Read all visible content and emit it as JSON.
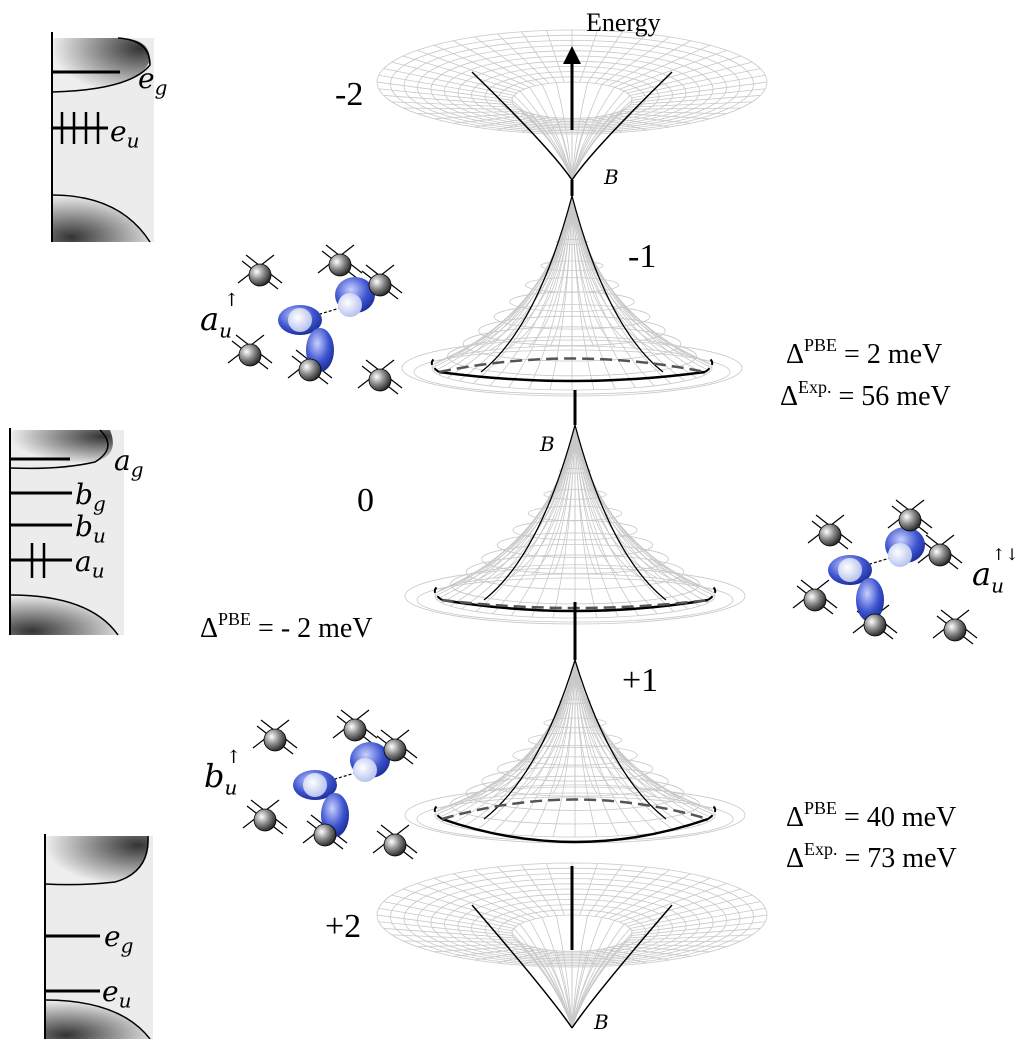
{
  "axis_label": "Energy",
  "charge_states": [
    "-2",
    "-1",
    "0",
    "+1",
    "+2"
  ],
  "branch_point": "B",
  "band_panels": {
    "top": {
      "upper_level": "e",
      "upper_sub": "g",
      "lower_level": "e",
      "lower_sub": "u"
    },
    "middle": {
      "levels": [
        {
          "sym": "a",
          "sub": "g"
        },
        {
          "sym": "b",
          "sub": "g"
        },
        {
          "sym": "b",
          "sub": "u"
        },
        {
          "sym": "a",
          "sub": "u"
        }
      ]
    },
    "bottom": {
      "upper_level": "e",
      "upper_sub": "g",
      "lower_level": "e",
      "lower_sub": "u"
    }
  },
  "orbital_labels": {
    "minus1": {
      "sym": "a",
      "sub": "u",
      "spin": "↑"
    },
    "zero": {
      "sym": "a",
      "sub": "u",
      "spin": "↑↓"
    },
    "plus1": {
      "sym": "b",
      "sub": "u",
      "spin": "↑"
    }
  },
  "energies": {
    "minus1_pbe": {
      "symbol": "Δ",
      "sup": "PBE",
      "value": "= 2 meV"
    },
    "minus1_exp": {
      "symbol": "Δ",
      "sup": "Exp.",
      "value": "= 56 meV"
    },
    "zero_pbe": {
      "symbol": "Δ",
      "sup": "PBE",
      "value": "= - 2 meV"
    },
    "plus1_pbe": {
      "symbol": "Δ",
      "sup": "PBE",
      "value": "= 40 meV"
    },
    "plus1_exp": {
      "symbol": "Δ",
      "sup": "Exp.",
      "value": "= 73 meV"
    }
  },
  "colors": {
    "mesh": "#c8c8c8",
    "orbital_lobe": "#3a4fc8",
    "atom": "#555555",
    "panel_bg": "#ececec"
  }
}
